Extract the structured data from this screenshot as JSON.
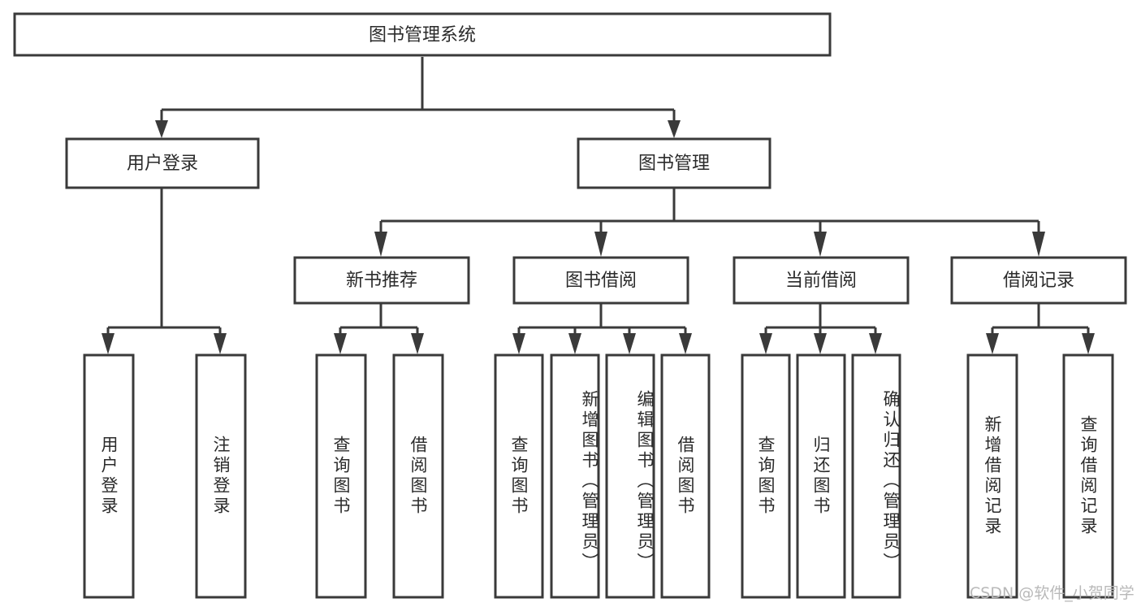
{
  "diagram": {
    "title": "图书管理系统",
    "type": "tree",
    "root": {
      "id": "root",
      "label": "图书管理系统"
    },
    "level2": [
      {
        "id": "user-login",
        "label": "用户登录"
      },
      {
        "id": "book-manage",
        "label": "图书管理"
      }
    ],
    "level3": [
      {
        "id": "new-book-rec",
        "label": "新书推荐",
        "parent": "book-manage"
      },
      {
        "id": "book-borrow",
        "label": "图书借阅",
        "parent": "book-manage"
      },
      {
        "id": "current-borrow",
        "label": "当前借阅",
        "parent": "book-manage"
      },
      {
        "id": "borrow-record",
        "label": "借阅记录",
        "parent": "book-manage"
      }
    ],
    "leaves": [
      {
        "id": "leaf-user-login",
        "label": "用户登录",
        "parent": "user-login"
      },
      {
        "id": "leaf-logout",
        "label": "注销登录",
        "parent": "user-login"
      },
      {
        "id": "leaf-query-book-1",
        "label": "查询图书",
        "parent": "new-book-rec"
      },
      {
        "id": "leaf-borrow-book-1",
        "label": "借阅图书",
        "parent": "new-book-rec"
      },
      {
        "id": "leaf-query-book-2",
        "label": "查询图书",
        "parent": "book-borrow"
      },
      {
        "id": "leaf-add-book",
        "label": "新增图书（管理员）",
        "parent": "book-borrow"
      },
      {
        "id": "leaf-edit-book",
        "label": "编辑图书（管理员）",
        "parent": "book-borrow"
      },
      {
        "id": "leaf-borrow-book-2",
        "label": "借阅图书",
        "parent": "book-borrow"
      },
      {
        "id": "leaf-query-book-3",
        "label": "查询图书",
        "parent": "current-borrow"
      },
      {
        "id": "leaf-return-book",
        "label": "归还图书",
        "parent": "current-borrow"
      },
      {
        "id": "leaf-confirm-return",
        "label": "确认归还（管理员）",
        "parent": "current-borrow"
      },
      {
        "id": "leaf-add-record",
        "label": "新增借阅记录",
        "parent": "borrow-record"
      },
      {
        "id": "leaf-query-record",
        "label": "查询借阅记录",
        "parent": "borrow-record"
      }
    ],
    "colors": {
      "stroke": "#3a3a3a",
      "fill": "#ffffff",
      "text": "#2b2b2b",
      "watermark": "#b9b9b9"
    }
  },
  "watermark": {
    "text": "CSDN @软件_小贺同学"
  }
}
